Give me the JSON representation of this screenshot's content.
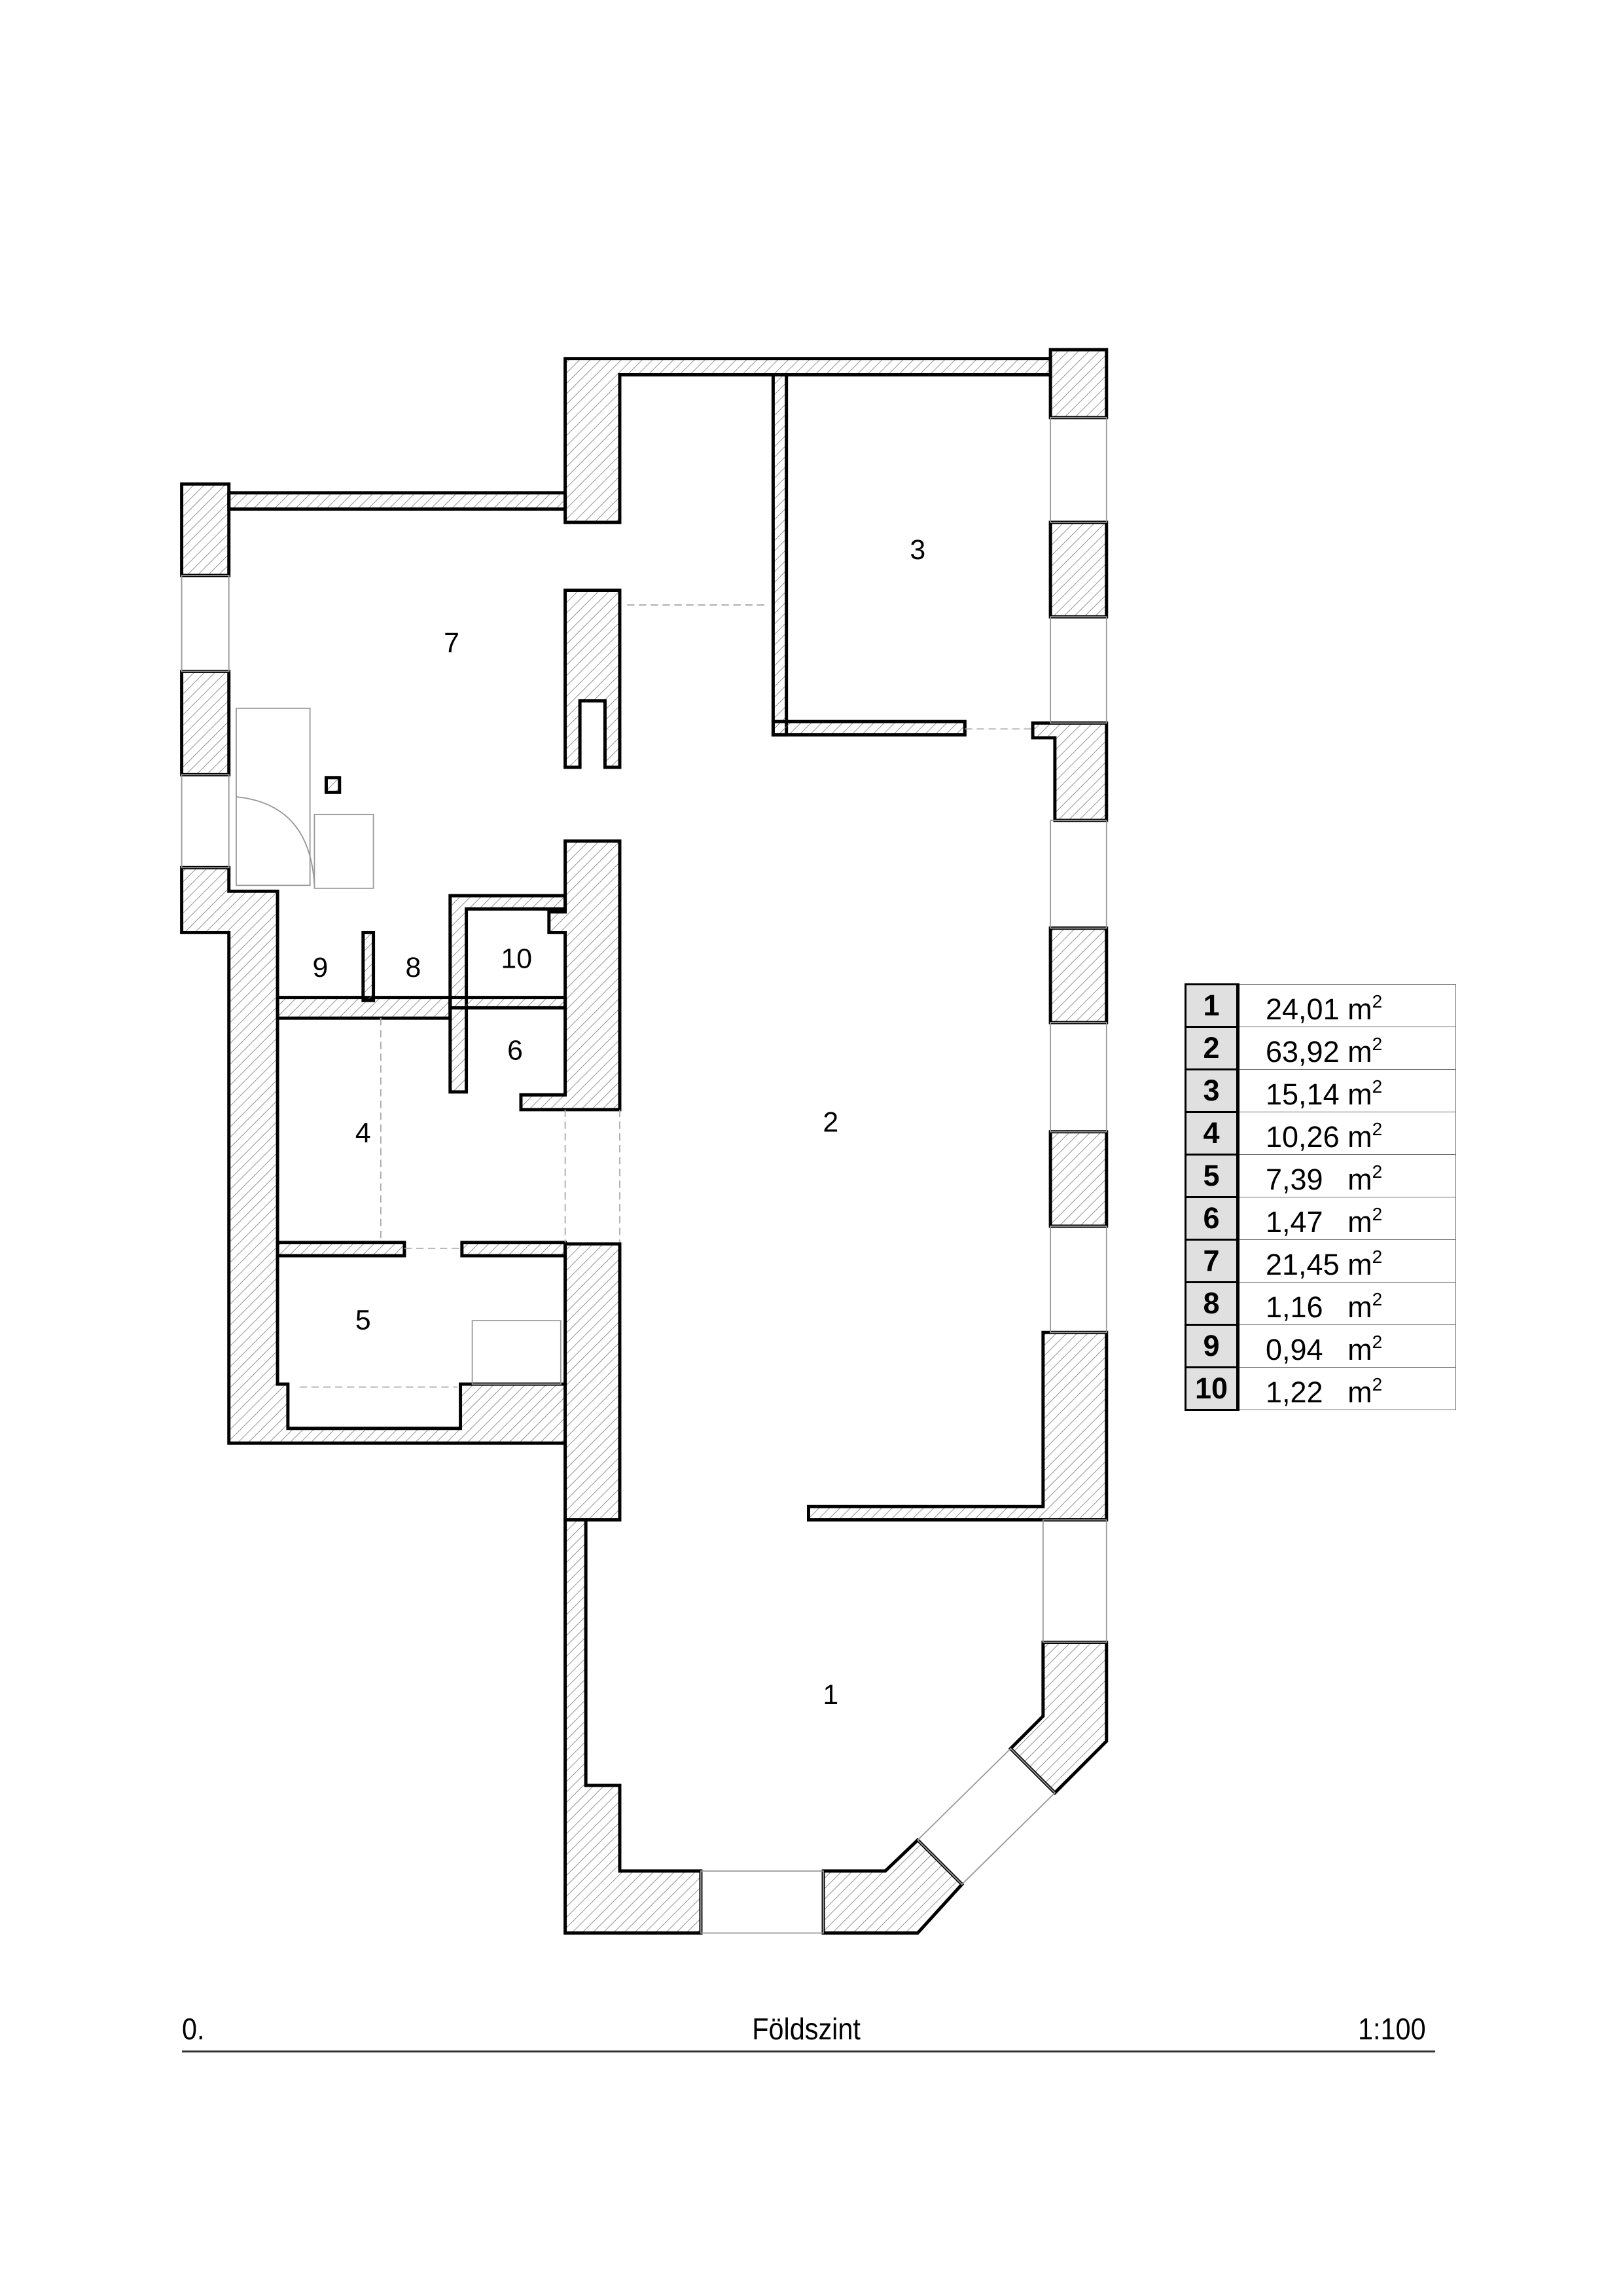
{
  "rooms": [
    {
      "id": "1",
      "area": "24,01",
      "unit": "m",
      "exp": "2"
    },
    {
      "id": "2",
      "area": "63,92",
      "unit": "m",
      "exp": "2"
    },
    {
      "id": "3",
      "area": "15,14",
      "unit": "m",
      "exp": "2"
    },
    {
      "id": "4",
      "area": "10,26",
      "unit": "m",
      "exp": "2"
    },
    {
      "id": "5",
      "area": "7,39",
      "unit": "m",
      "exp": "2"
    },
    {
      "id": "6",
      "area": "1,47",
      "unit": "m",
      "exp": "2"
    },
    {
      "id": "7",
      "area": "21,45",
      "unit": "m",
      "exp": "2"
    },
    {
      "id": "8",
      "area": "1,16",
      "unit": "m",
      "exp": "2"
    },
    {
      "id": "9",
      "area": "0,94",
      "unit": "m",
      "exp": "2"
    },
    {
      "id": "10",
      "area": "1,22",
      "unit": "m",
      "exp": "2"
    }
  ],
  "footer": {
    "level": "0.",
    "title": "Földszint",
    "scale": "1:100"
  }
}
